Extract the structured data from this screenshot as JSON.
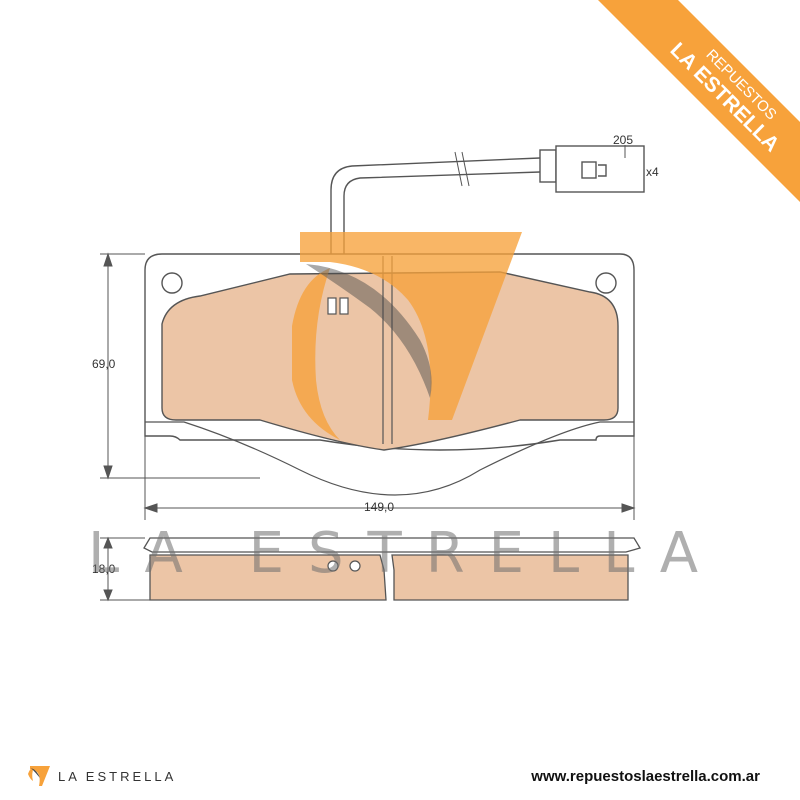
{
  "ribbon": {
    "line1": "REPUESTOS",
    "line2": "LA ESTRELLA",
    "color": "#f7a23b"
  },
  "drawing": {
    "sensor_label": "205",
    "sensor_qty": "x4",
    "height_dim": "69,0",
    "width_dim": "149,0",
    "thickness_dim": "18,0",
    "pad_color": "#ecc5a6",
    "line_color": "#555555"
  },
  "watermark": {
    "text": "LA ESTRELLA",
    "logo_color": "#f7a23b"
  },
  "footer": {
    "brand": "LA ESTRELLA",
    "url": "www.repuestoslaestrella.com.ar"
  }
}
